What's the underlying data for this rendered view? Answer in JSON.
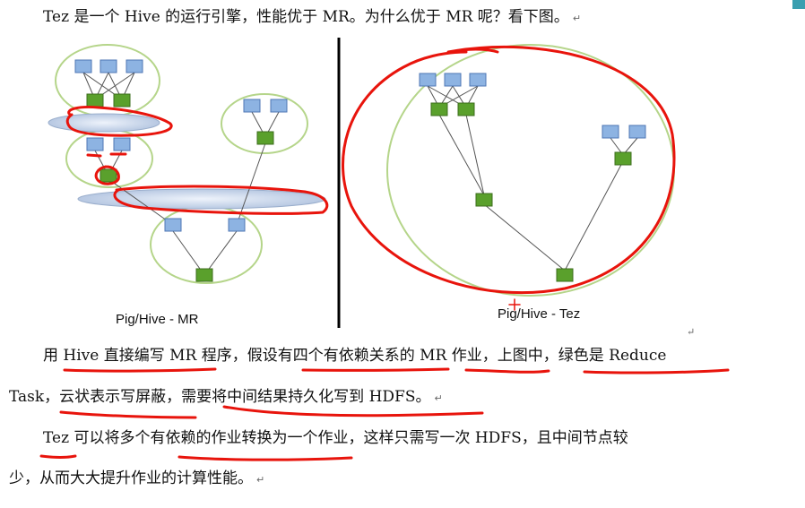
{
  "intro": "Tez 是一个 Hive 的运行引擎，性能优于 MR。为什么优于 MR 呢？看下图。",
  "captions": {
    "mr": "Pig/Hive - MR",
    "tez": "Pig/Hive - Tez"
  },
  "para1_line1": "用 Hive 直接编写 MR 程序，假设有四个有依赖关系的 MR 作业，上图中，绿色是 Reduce",
  "para1_line2": "Task，云状表示写屏蔽，需要将中间结果持久化写到 HDFS。",
  "para2_line1": "Tez 可以将多个有依赖的作业转换为一个作业，这样只需写一次 HDFS，且中间节点较",
  "para2_line2": "少，从而大大提升作业的计算性能。",
  "paragraph_mark": "↵",
  "colors": {
    "map_node": "#8db3e2",
    "reduce_node": "#5aa02c",
    "group_circle": "#b5d58a",
    "annotation": "#e8140c",
    "divider": "#000000"
  }
}
